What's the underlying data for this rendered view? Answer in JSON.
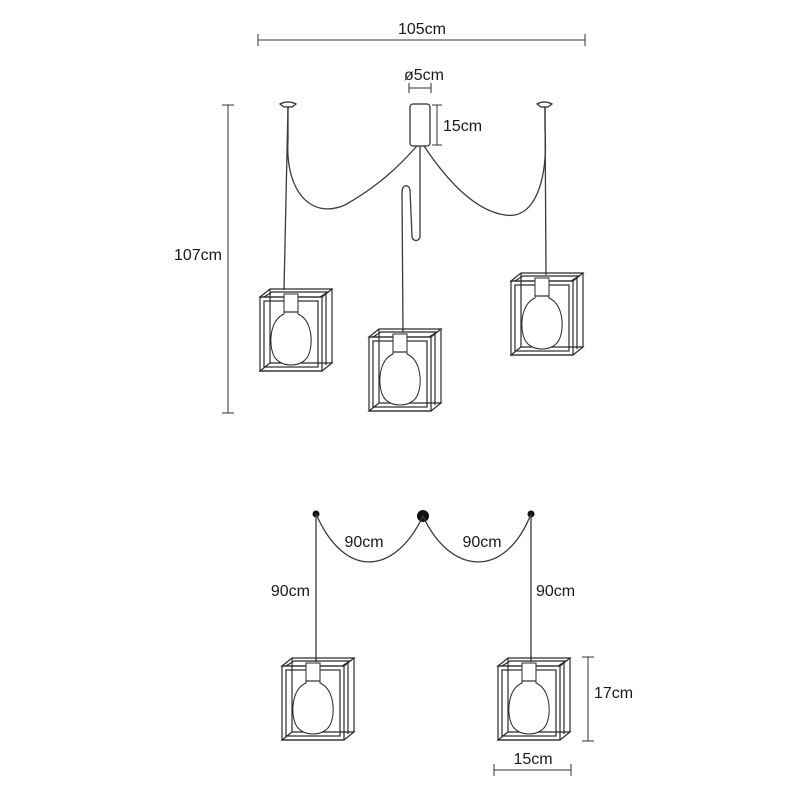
{
  "top_view": {
    "width_label": "105cm",
    "canopy_diameter_label": "ø5cm",
    "canopy_height_label": "15cm",
    "total_height_label": "107cm"
  },
  "bottom_view": {
    "left_span_label": "90cm",
    "right_span_label": "90cm",
    "left_drop_label": "90cm",
    "right_drop_label": "90cm",
    "shade_height_label": "17cm",
    "shade_width_label": "15cm"
  },
  "colors": {
    "line": "#2a2a2a",
    "background": "#ffffff"
  }
}
